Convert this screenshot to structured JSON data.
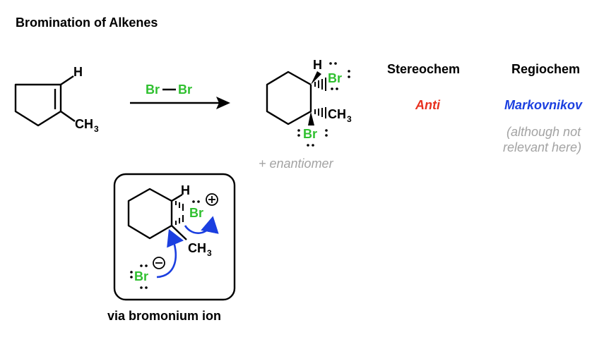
{
  "title": "Bromination of Alkenes",
  "columns": {
    "stereochem_header": "Stereochem",
    "regiochem_header": "Regiochem",
    "stereochem_value": "Anti",
    "regiochem_value": "Markovnikov",
    "regiochem_note_line1": "(although not",
    "regiochem_note_line2": "relevant here)"
  },
  "product_note": "+ enantiomer",
  "reagent": {
    "br1": "Br",
    "br2": "Br"
  },
  "labels": {
    "H": "H",
    "C": "C",
    "H3": "H",
    "sub3": "3",
    "Br": "Br"
  },
  "mechanism_caption": "via bromonium ion",
  "colors": {
    "bromine": "#2fc02f",
    "anti": "#e8311f",
    "markovnikov": "#1b3fe0",
    "arrow": "#1b3fe0",
    "note": "#a3a3a3"
  }
}
